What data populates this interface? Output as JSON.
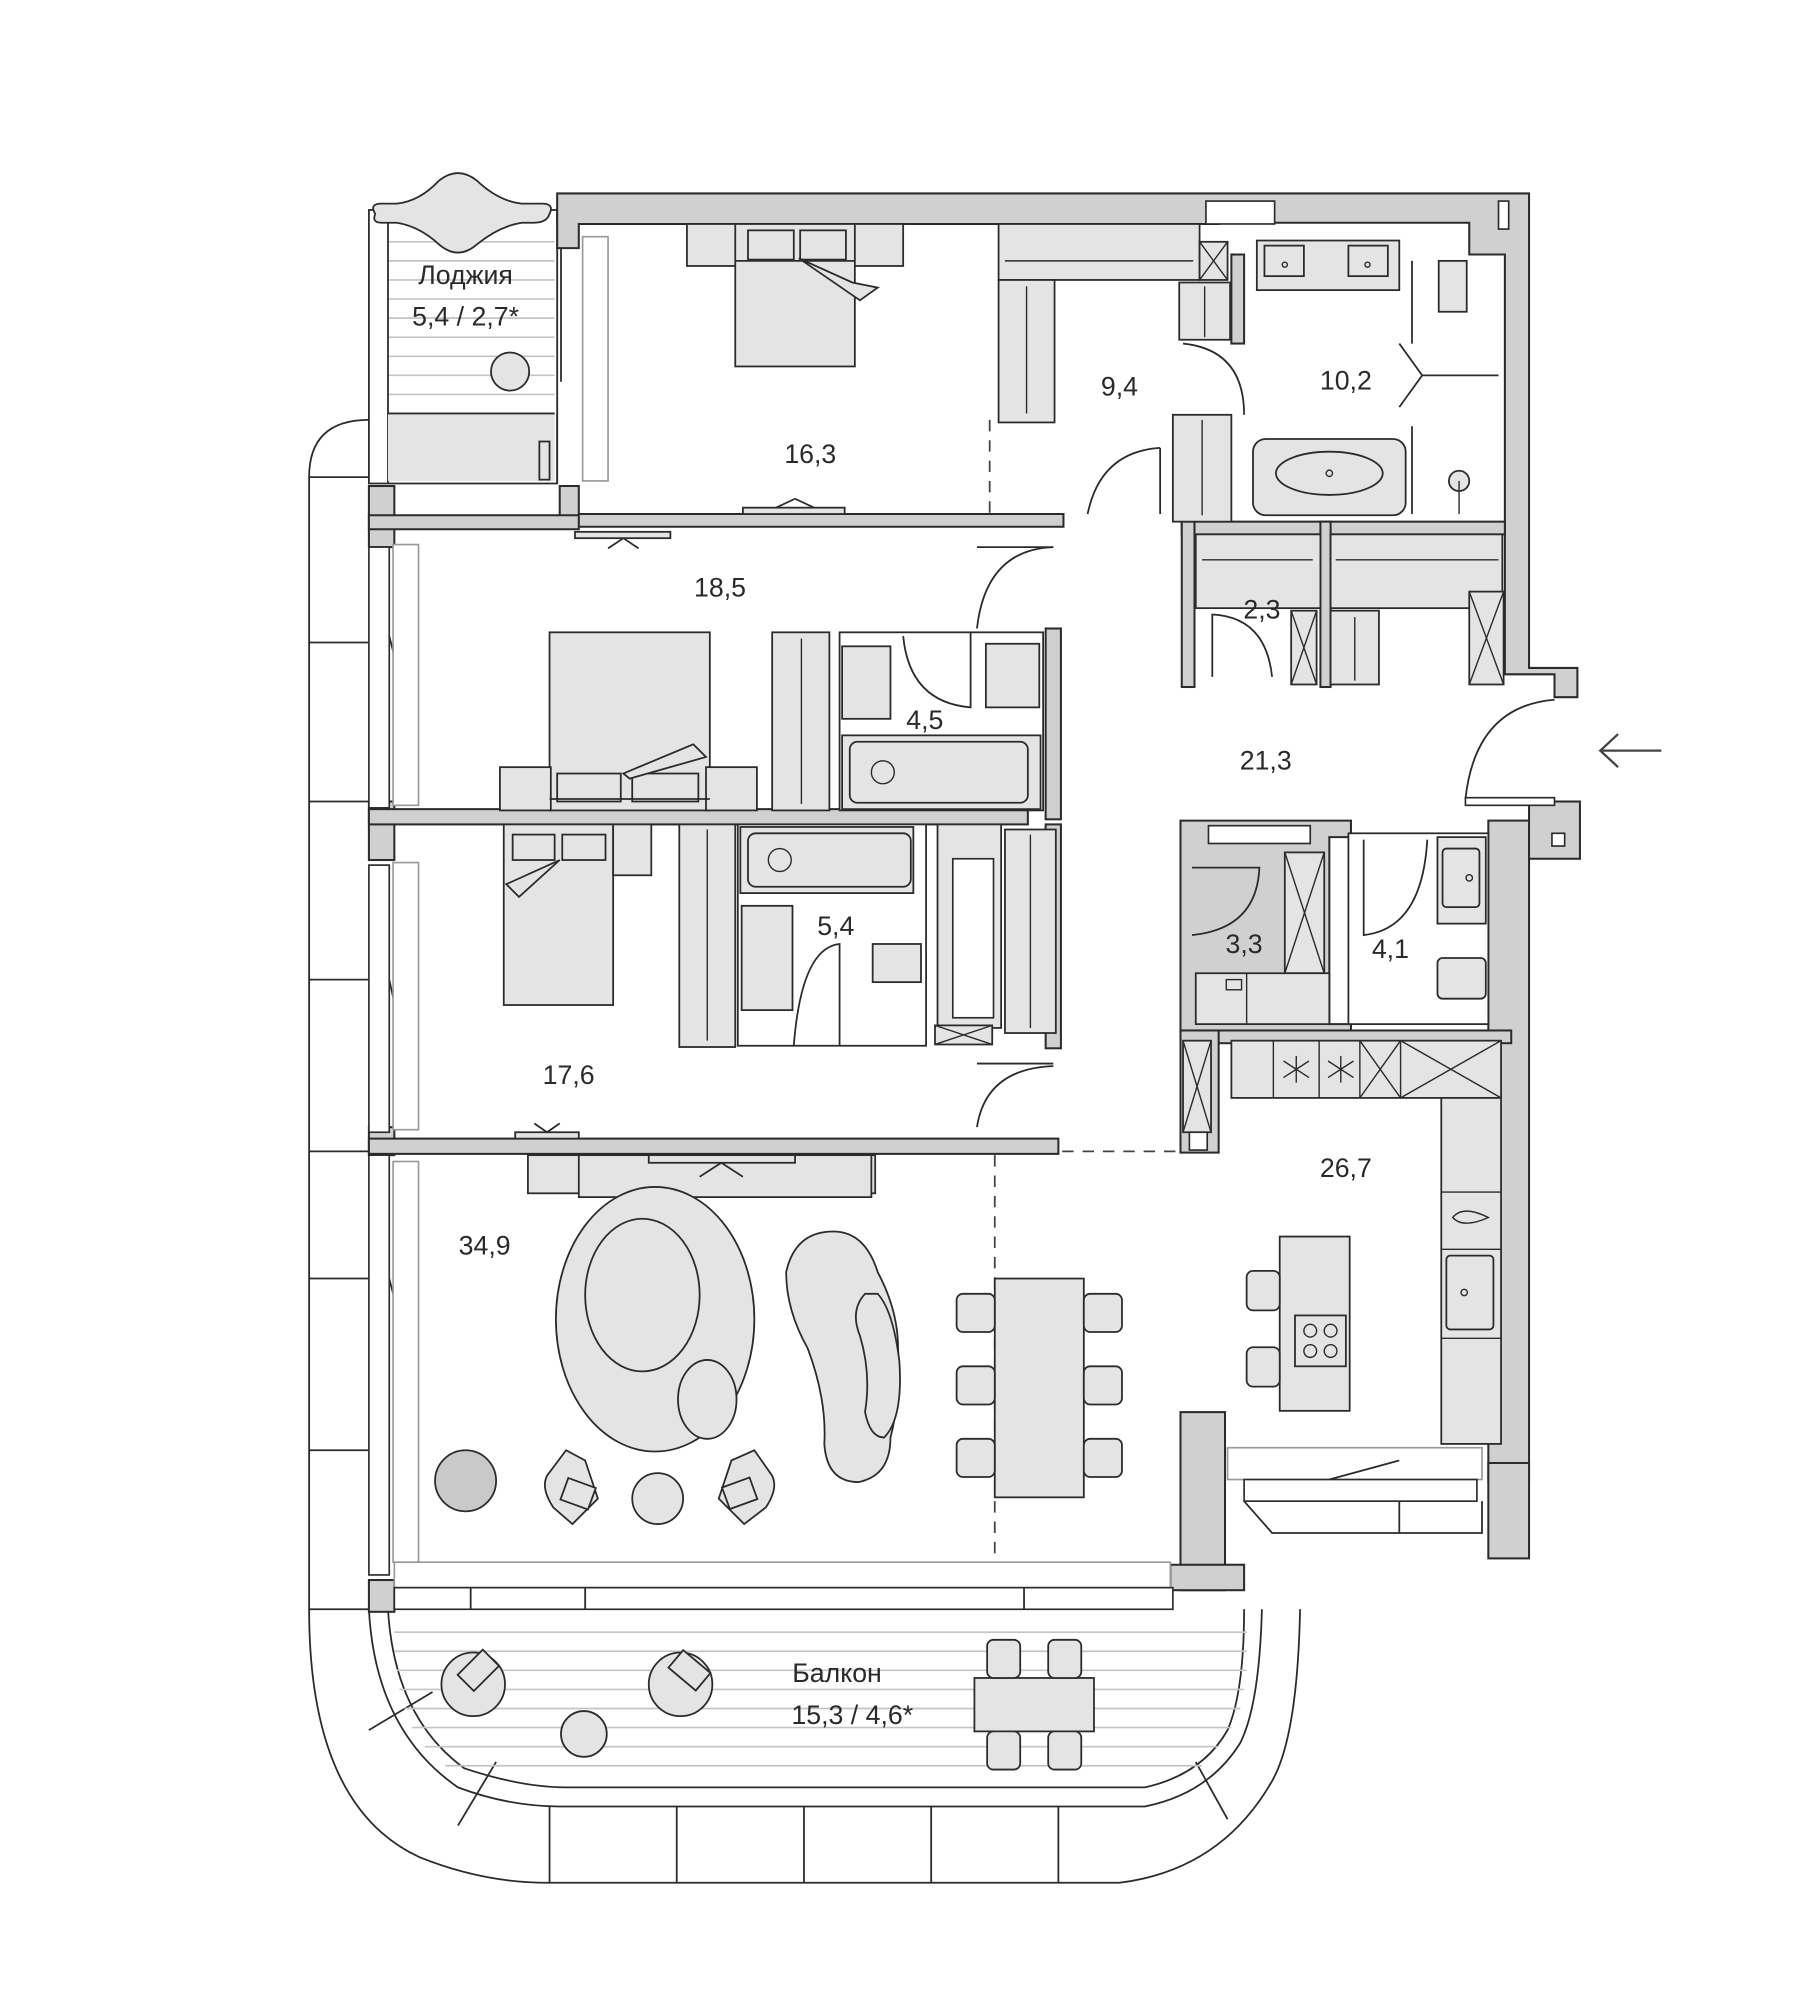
{
  "plan": {
    "type": "apartment-floor-plan",
    "area_unit": "m²",
    "entrance_direction": "from right, arrow pointing left"
  },
  "rooms": {
    "loggia": {
      "name": "Лоджия",
      "area": "5,4 / 2,7*"
    },
    "balcony": {
      "name": "Балкон",
      "area": "15,3 / 4,6*"
    },
    "bedroom_1": {
      "area": "16,3"
    },
    "wardrobe_1": {
      "area": "9,4"
    },
    "bath_1": {
      "area": "10,2"
    },
    "storage_1": {
      "area": "2,3"
    },
    "hall": {
      "area": "21,3"
    },
    "bedroom_2": {
      "area": "18,5"
    },
    "bath_2": {
      "area": "4,5"
    },
    "bath_3": {
      "area": "5,4"
    },
    "bedroom_3": {
      "area": "17,6"
    },
    "laundry": {
      "area": "3,3"
    },
    "wc": {
      "area": "4,1"
    },
    "living": {
      "area": "34,9"
    },
    "kitchen": {
      "area": "26,7"
    }
  },
  "colors": {
    "wall": "#d0d0d0",
    "furniture": "#e4e4e4",
    "line": "#2b2b2b",
    "deck": "#c4c4c4"
  }
}
